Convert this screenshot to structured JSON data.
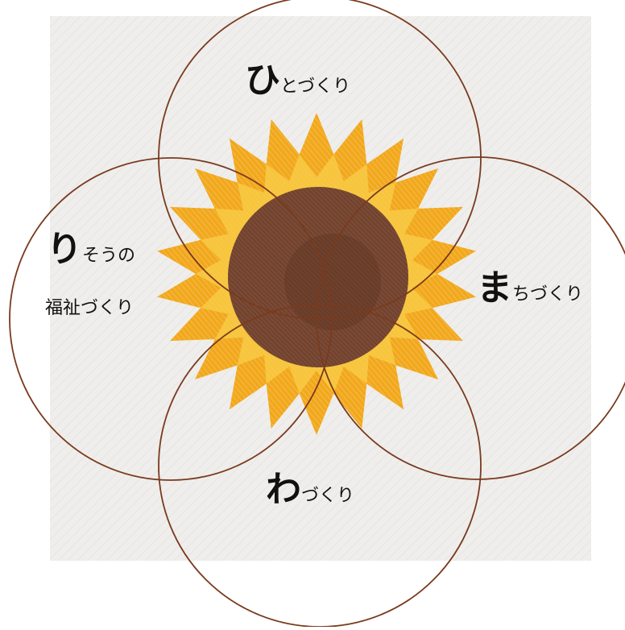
{
  "diagram": {
    "colors": {
      "circle_stroke": "#7a3a1e",
      "petal_fill": "#f2a81c",
      "petal_highlight": "#f8cf4a",
      "center_fill": "#7a4a35",
      "center_dark": "#5a3020",
      "paper": "#efeeec"
    },
    "labels": {
      "top": {
        "initial": "ひ",
        "rest": "とづくり"
      },
      "right": {
        "initial": "ま",
        "rest": "ちづくり"
      },
      "bottom": {
        "initial": "わ",
        "rest": "づくり"
      },
      "left": {
        "initial": "り",
        "rest": "そうの",
        "line2": "福祉づくり"
      }
    }
  }
}
